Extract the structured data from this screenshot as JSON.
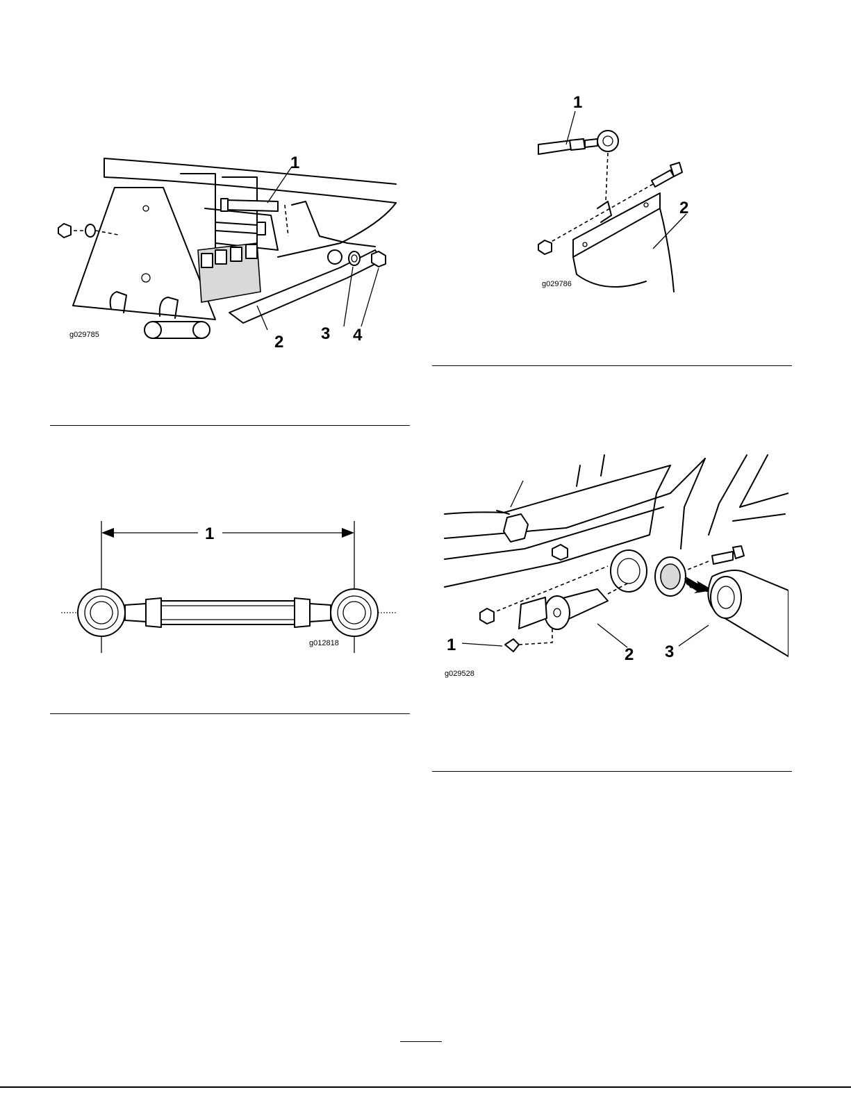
{
  "figures": [
    {
      "id": "g029785",
      "callouts": [
        "1",
        "2",
        "3",
        "4"
      ]
    },
    {
      "id": "g029786",
      "callouts": [
        "1",
        "2"
      ]
    },
    {
      "id": "g012818",
      "callouts": [
        "1"
      ]
    },
    {
      "id": "g029528",
      "callouts": [
        "1",
        "2",
        "3"
      ]
    }
  ]
}
